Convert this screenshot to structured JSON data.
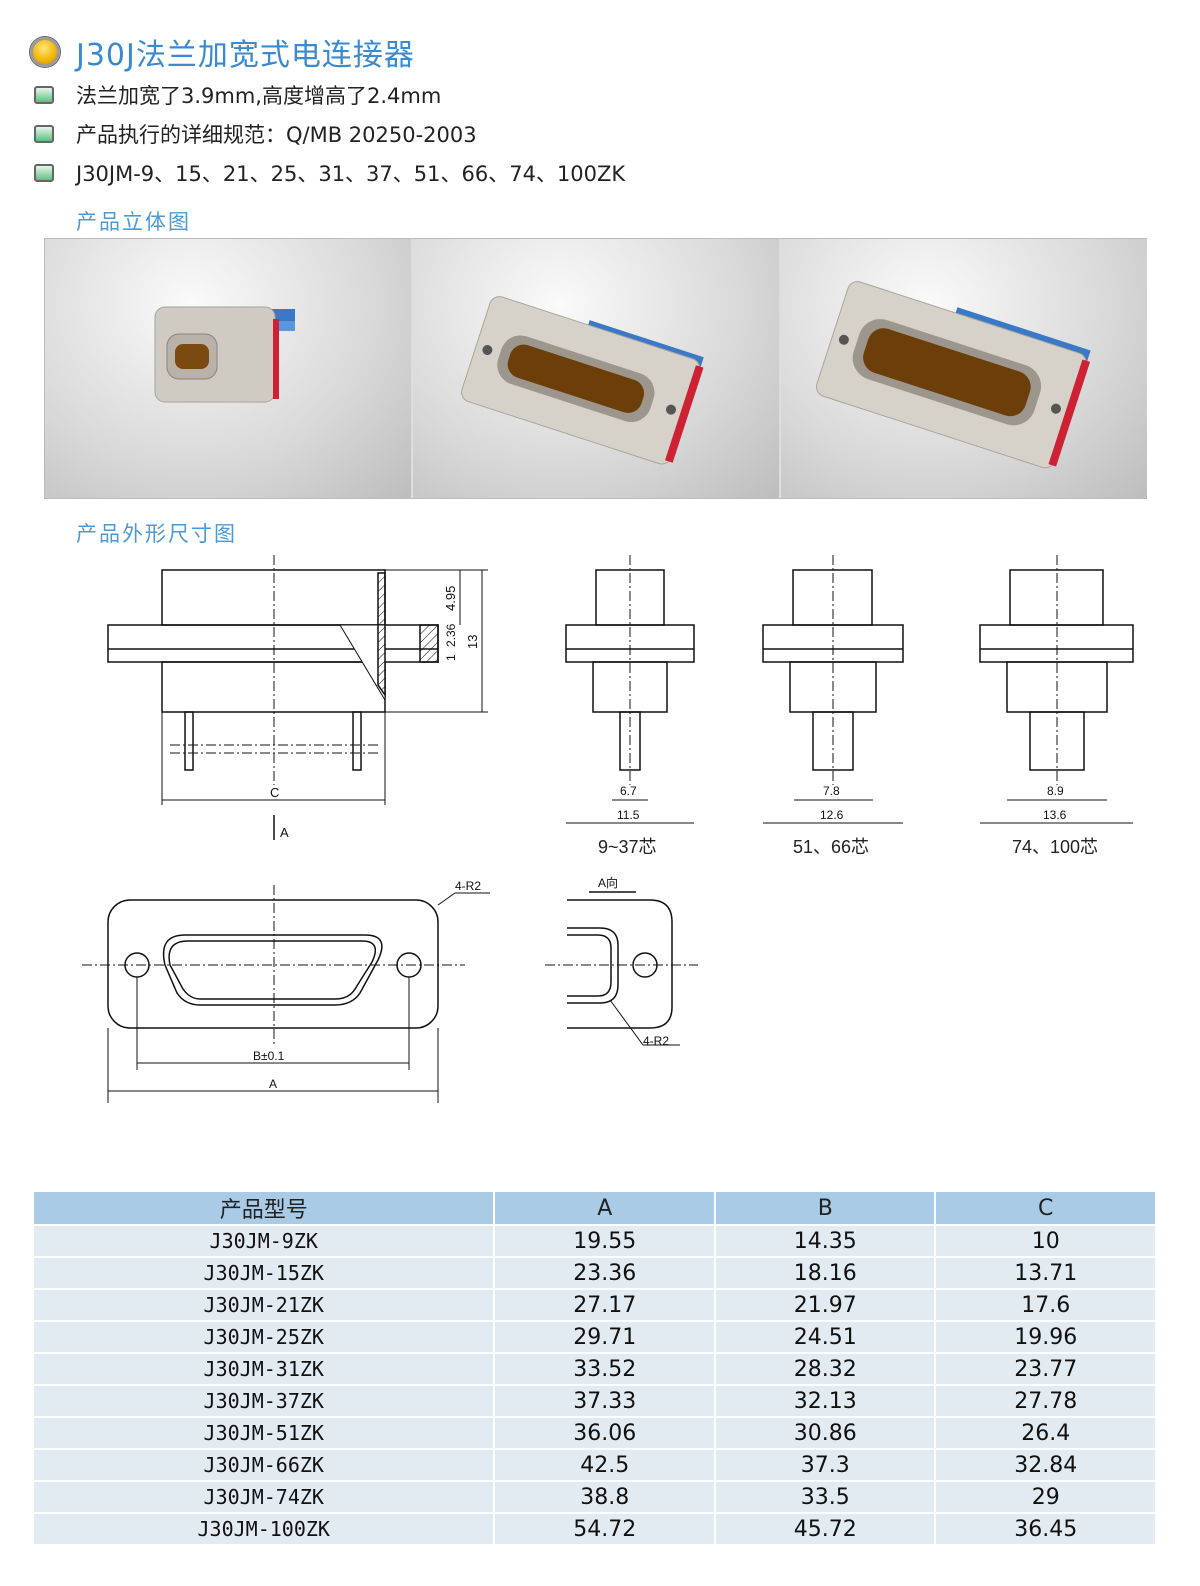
{
  "title": "J30J法兰加宽式电连接器",
  "bullets": [
    "法兰加宽了3.9mm,高度增高了2.4mm",
    "产品执行的详细规范：Q/MB 20250-2003",
    "J30JM-9、15、21、25、31、37、51、66、74、100ZK"
  ],
  "sections": {
    "photos": "产品立体图",
    "drawings": "产品外形尺寸图"
  },
  "drawing": {
    "front": {
      "dim_top": "4.95",
      "dim_flange": "2.36",
      "dim_one": "1",
      "dim_total": "13",
      "dim_c": "C",
      "view_arrow": "A"
    },
    "side_views": [
      {
        "inner": "6.7",
        "outer": "11.5",
        "caption": "9~37芯"
      },
      {
        "inner": "7.8",
        "outer": "12.6",
        "caption": "51、66芯"
      },
      {
        "inner": "8.9",
        "outer": "13.6",
        "caption": "74、100芯"
      }
    ],
    "plan": {
      "radius": "4-R2",
      "dim_b": "B±0.1",
      "dim_a": "A"
    },
    "detail": {
      "view": "A向",
      "radius": "4-R2"
    }
  },
  "table": {
    "headers": [
      "产品型号",
      "A",
      "B",
      "C"
    ],
    "rows": [
      [
        "J30JM-9ZK",
        "19.55",
        "14.35",
        "10"
      ],
      [
        "J30JM-15ZK",
        "23.36",
        "18.16",
        "13.71"
      ],
      [
        "J30JM-21ZK",
        "27.17",
        "21.97",
        "17.6"
      ],
      [
        "J30JM-25ZK",
        "29.71",
        "24.51",
        "19.96"
      ],
      [
        "J30JM-31ZK",
        "33.52",
        "28.32",
        "23.77"
      ],
      [
        "J30JM-37ZK",
        "37.33",
        "32.13",
        "27.78"
      ],
      [
        "J30JM-51ZK",
        "36.06",
        "30.86",
        "26.4"
      ],
      [
        "J30JM-66ZK",
        "42.5",
        "37.3",
        "32.84"
      ],
      [
        "J30JM-74ZK",
        "38.8",
        "33.5",
        "29"
      ],
      [
        "J30JM-100ZK",
        "54.72",
        "45.72",
        "36.45"
      ]
    ]
  }
}
